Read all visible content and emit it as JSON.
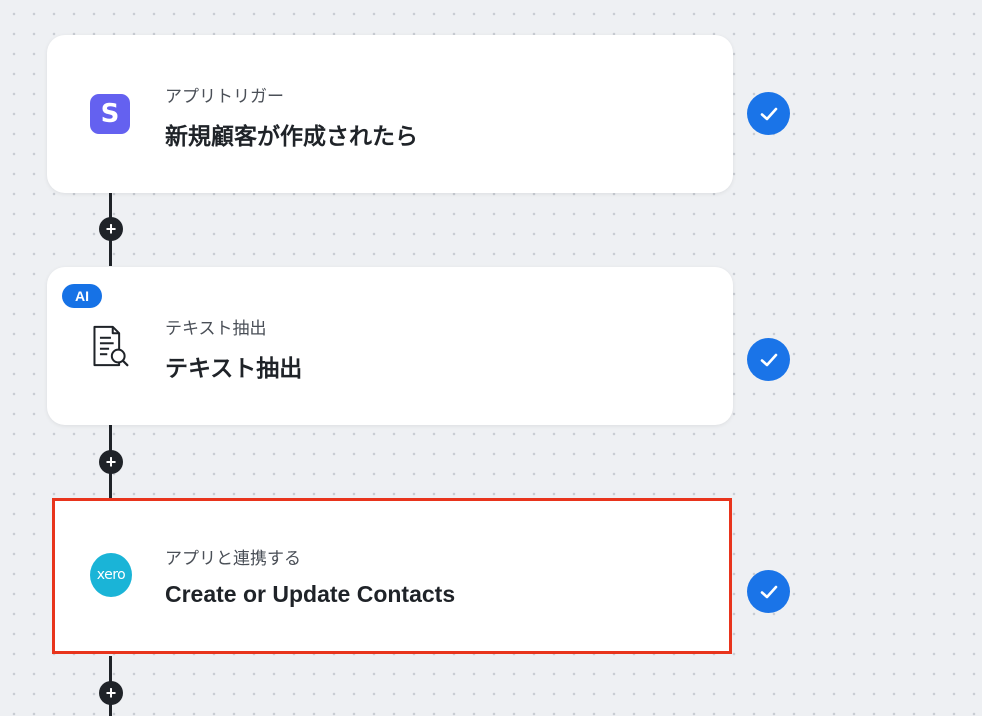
{
  "steps": [
    {
      "subtitle": "アプリトリガー",
      "title": "新規顧客が作成されたら",
      "icon": "stripe-icon",
      "icon_glyph": "S",
      "icon_color": "#6461f0"
    },
    {
      "badge": "AI",
      "subtitle": "テキスト抽出",
      "title": "テキスト抽出",
      "icon": "document-search-icon"
    },
    {
      "subtitle": "アプリと連携する",
      "title": "Create or Update Contacts",
      "icon": "xero-icon",
      "icon_glyph": "xero",
      "icon_color": "#1ab4d7",
      "selected": true
    }
  ],
  "add_button_glyph": "+",
  "colors": {
    "check_blue": "#1a74e8",
    "selection_red": "#e8341c",
    "connector": "#1f2328"
  }
}
